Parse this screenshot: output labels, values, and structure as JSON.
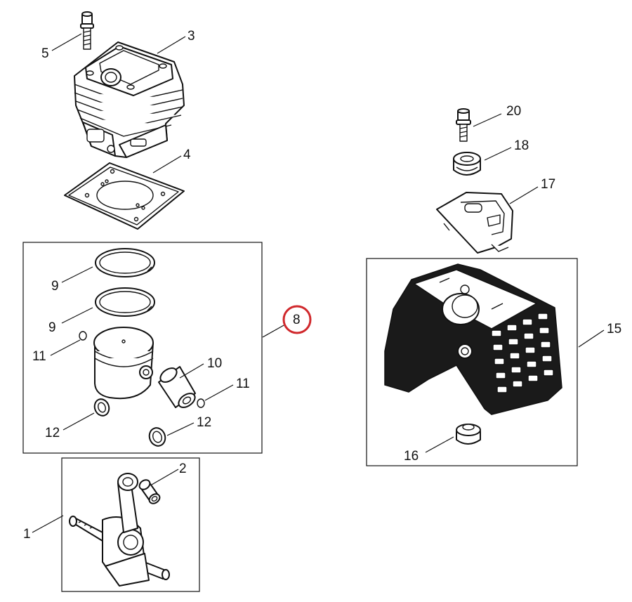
{
  "callouts": {
    "c1": "1",
    "c2": "2",
    "c3": "3",
    "c4": "4",
    "c5": "5",
    "c8": "8",
    "c9a": "9",
    "c9b": "9",
    "c10": "10",
    "c11a": "11",
    "c11b": "11",
    "c12a": "12",
    "c12b": "12",
    "c15": "15",
    "c16": "16",
    "c17": "17",
    "c18": "18",
    "c20": "20"
  },
  "highlight": {
    "part": "8",
    "color": "#d0282c"
  }
}
